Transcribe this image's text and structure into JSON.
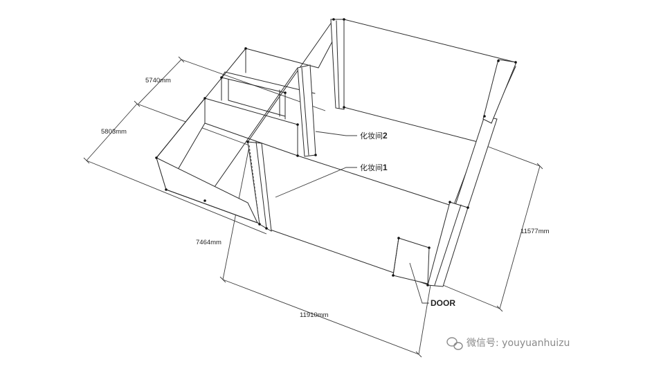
{
  "dimensions": {
    "d1": "5740mm",
    "d2": "5803mm",
    "d3": "7464mm",
    "d4": "11910mm",
    "d5": "11577mm"
  },
  "labels": {
    "room2_name": "化妆间",
    "room2_num": "2",
    "room1_name": "化妆间",
    "room1_num": "1",
    "door": "DOOR"
  },
  "watermark": {
    "text": "微信号: youyuanhuizu",
    "icon": "wechat-icon"
  }
}
